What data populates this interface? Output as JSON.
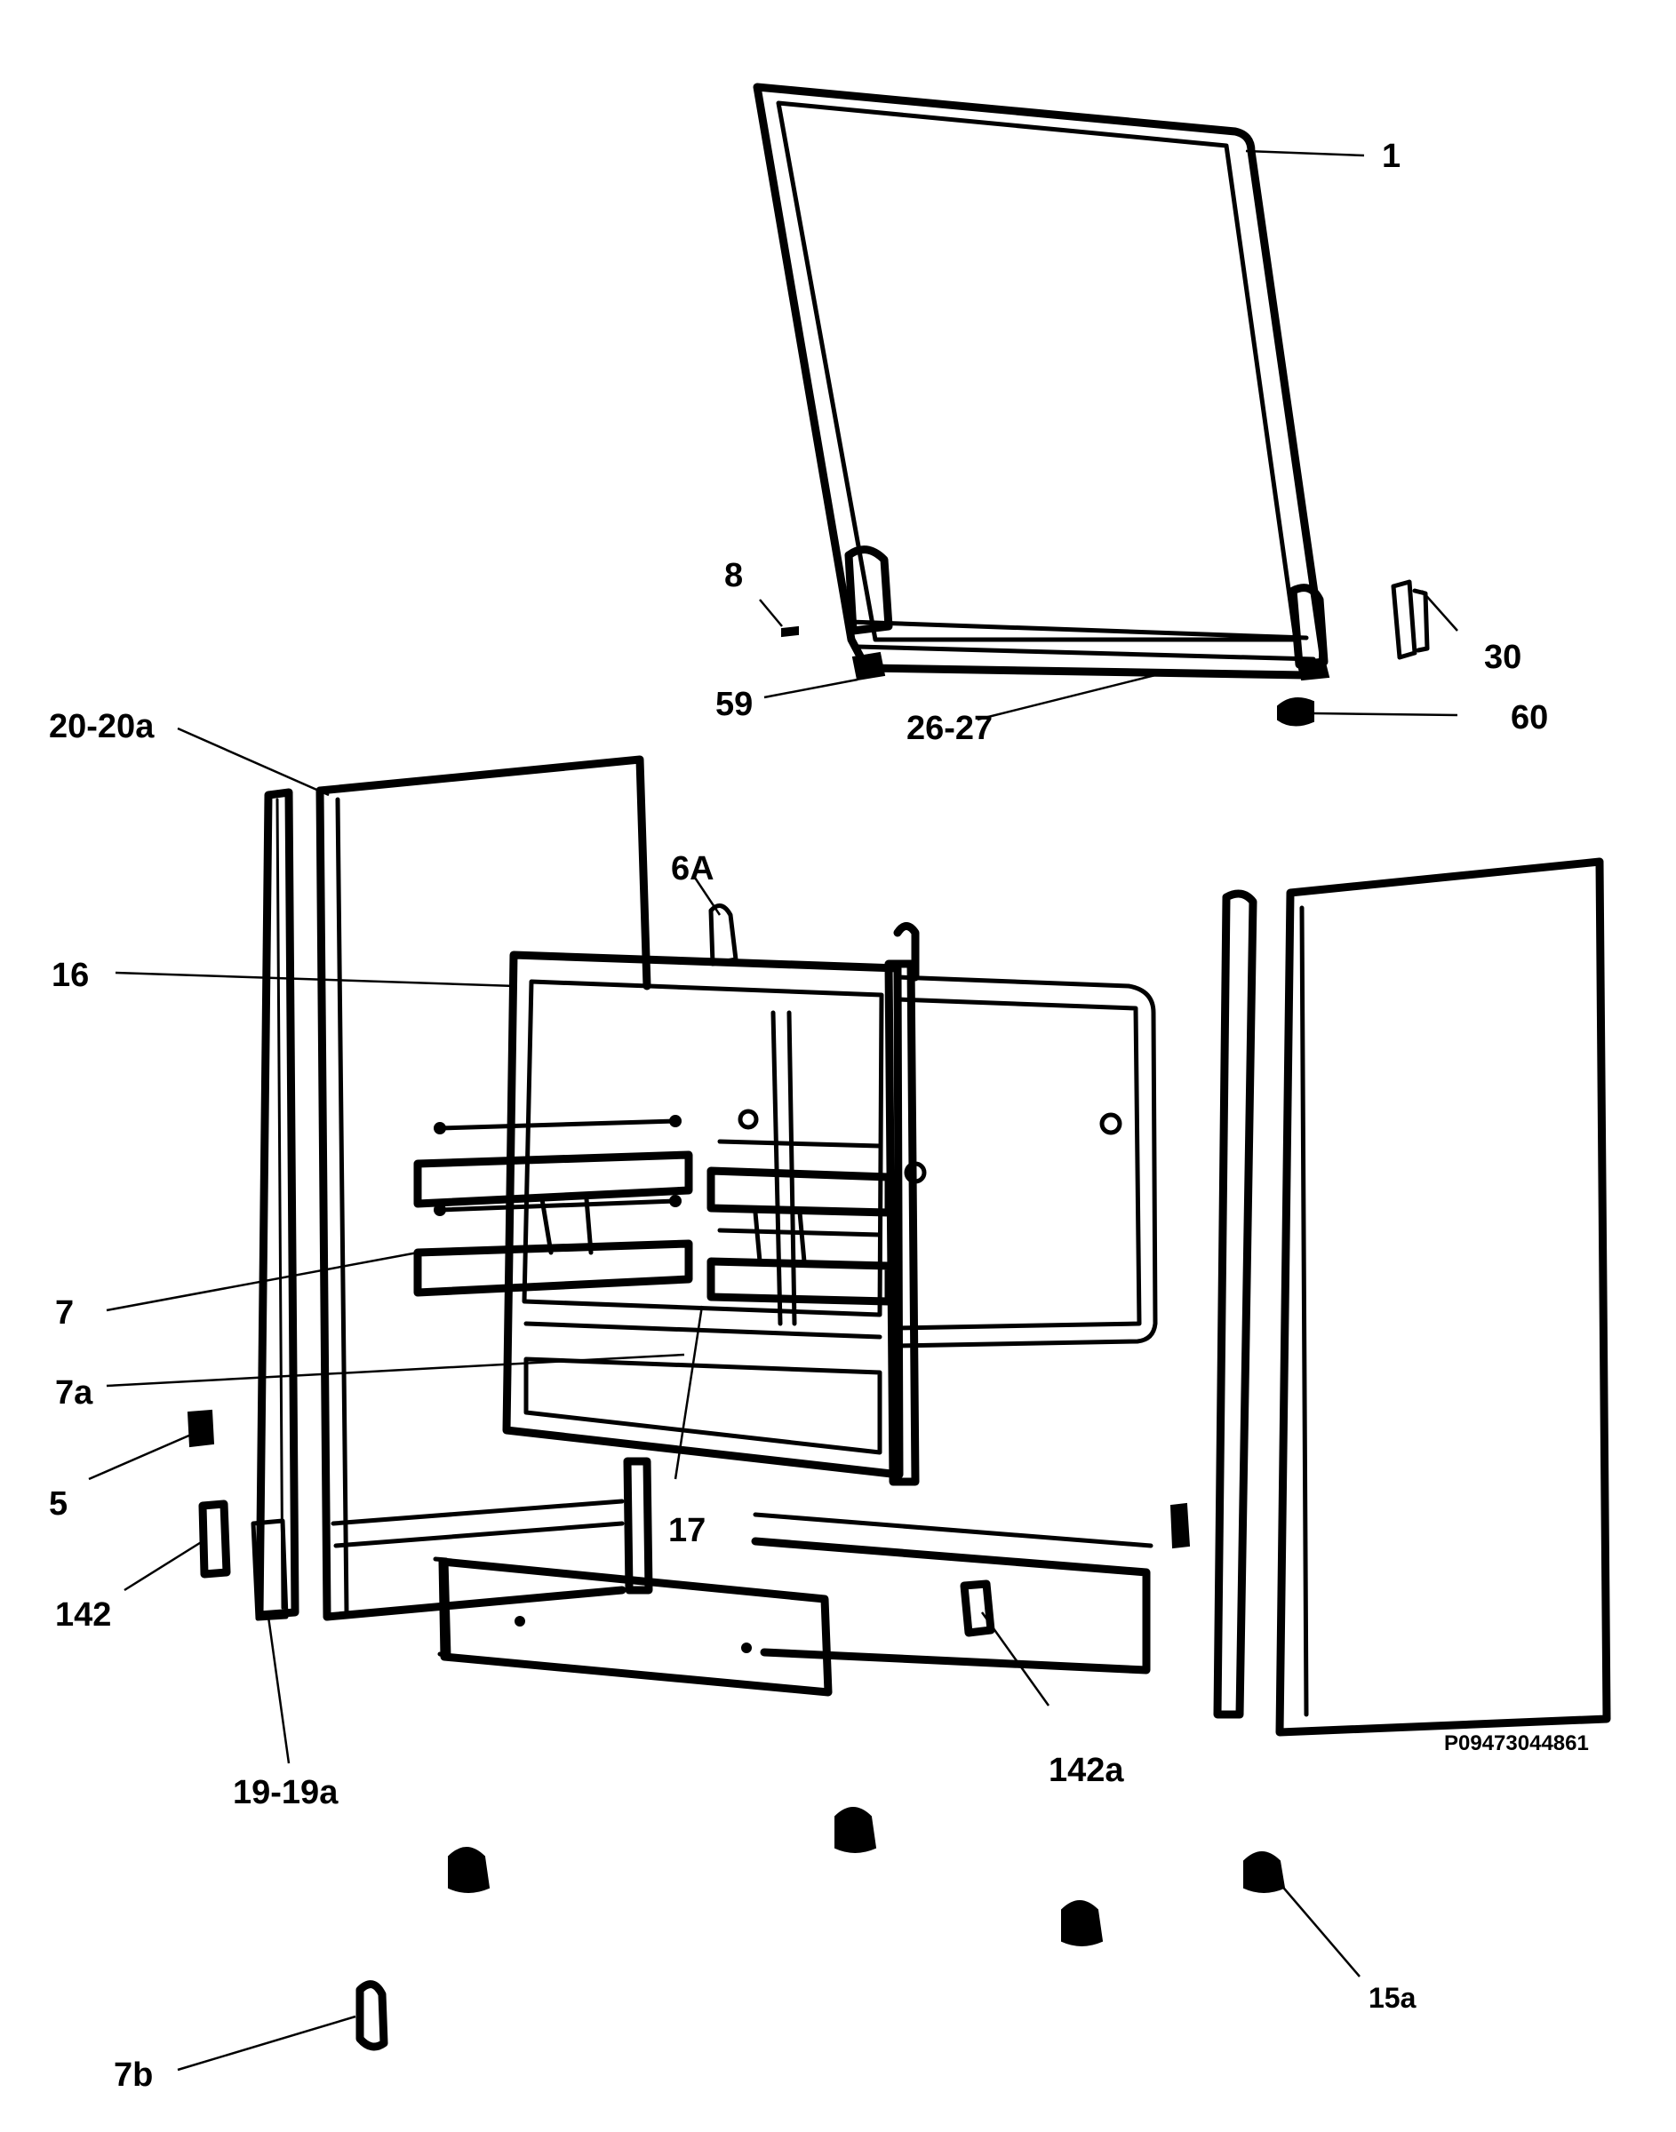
{
  "diagram": {
    "code": "P09473044861",
    "labels": {
      "p1": "1",
      "p8": "8",
      "p30": "30",
      "p59": "59",
      "p2627": "26-27",
      "p60": "60",
      "p2020a": "20-20a",
      "p6a": "6A",
      "p16": "16",
      "p7": "7",
      "p7a": "7a",
      "p5": "5",
      "p142": "142",
      "p17": "17",
      "p1919a": "19-19a",
      "p142a": "142a",
      "p15a": "15a",
      "p7b": "7b"
    }
  }
}
